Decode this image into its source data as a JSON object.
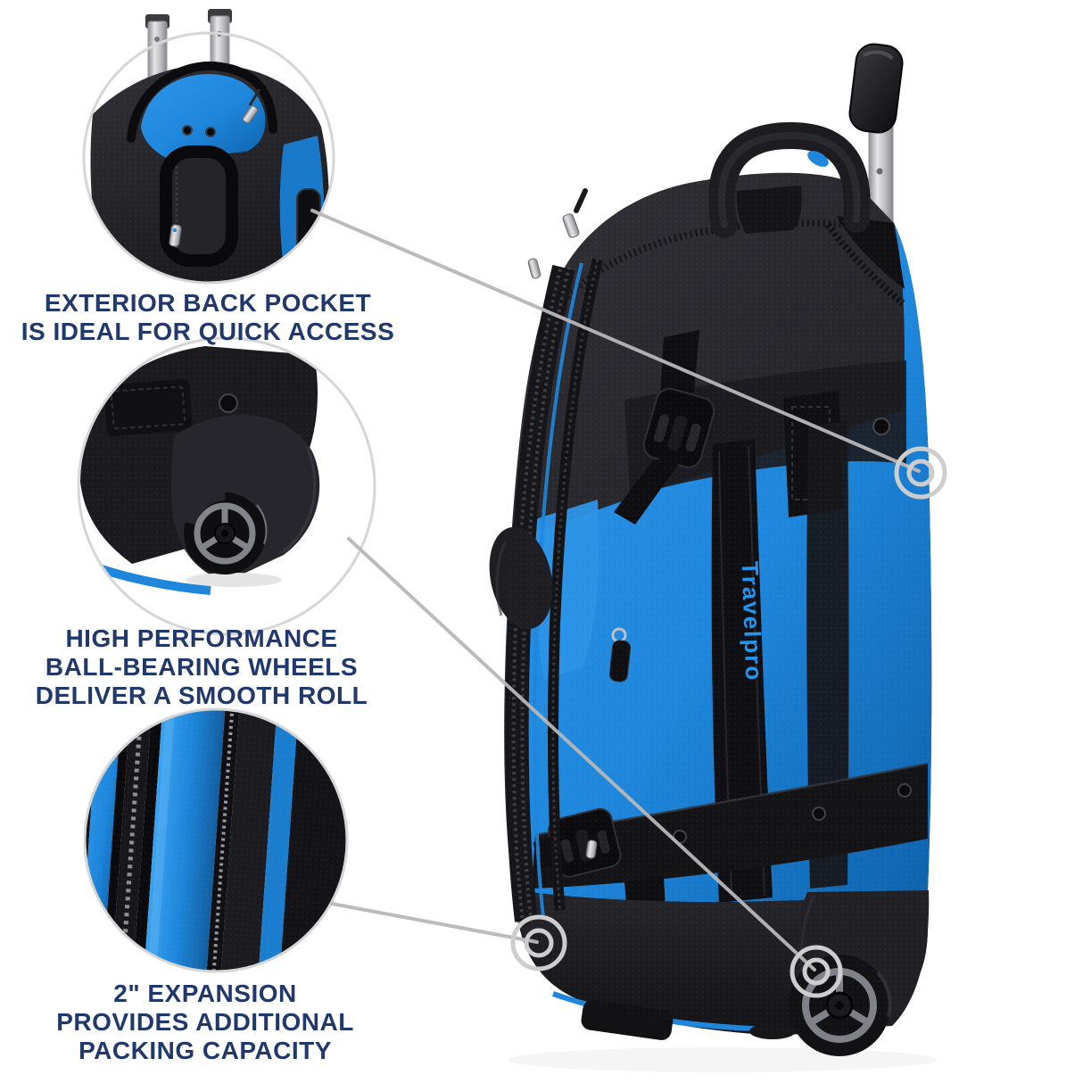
{
  "product": {
    "brand": "Travelpro",
    "scene": "blue and black rolling luggage, side view, telescoping handle extended"
  },
  "colors": {
    "accent_blue": "#1e86db",
    "navy_text": "#21386b",
    "logo_blue": "#2196f0",
    "line_gray": "#b8b8b8",
    "ring_gray": "#cdcdcd"
  },
  "callouts": [
    {
      "id": "back-pocket",
      "photo": "close-up of exterior back pocket at top of bag",
      "lines": [
        "EXTERIOR BACK POCKET",
        "IS IDEAL FOR QUICK ACCESS"
      ]
    },
    {
      "id": "wheels",
      "photo": "close-up of corner-mounted ball-bearing wheel",
      "lines": [
        "HIGH PERFORMANCE",
        "BALL-BEARING WHEELS",
        "DELIVER A SMOOTH ROLL"
      ]
    },
    {
      "id": "expansion",
      "photo": "close-up of expansion zipper fabric",
      "lines": [
        "2\" EXPANSION",
        "PROVIDES ADDITIONAL",
        "PACKING CAPACITY"
      ]
    }
  ],
  "logo_on_strap": "Travelpro"
}
